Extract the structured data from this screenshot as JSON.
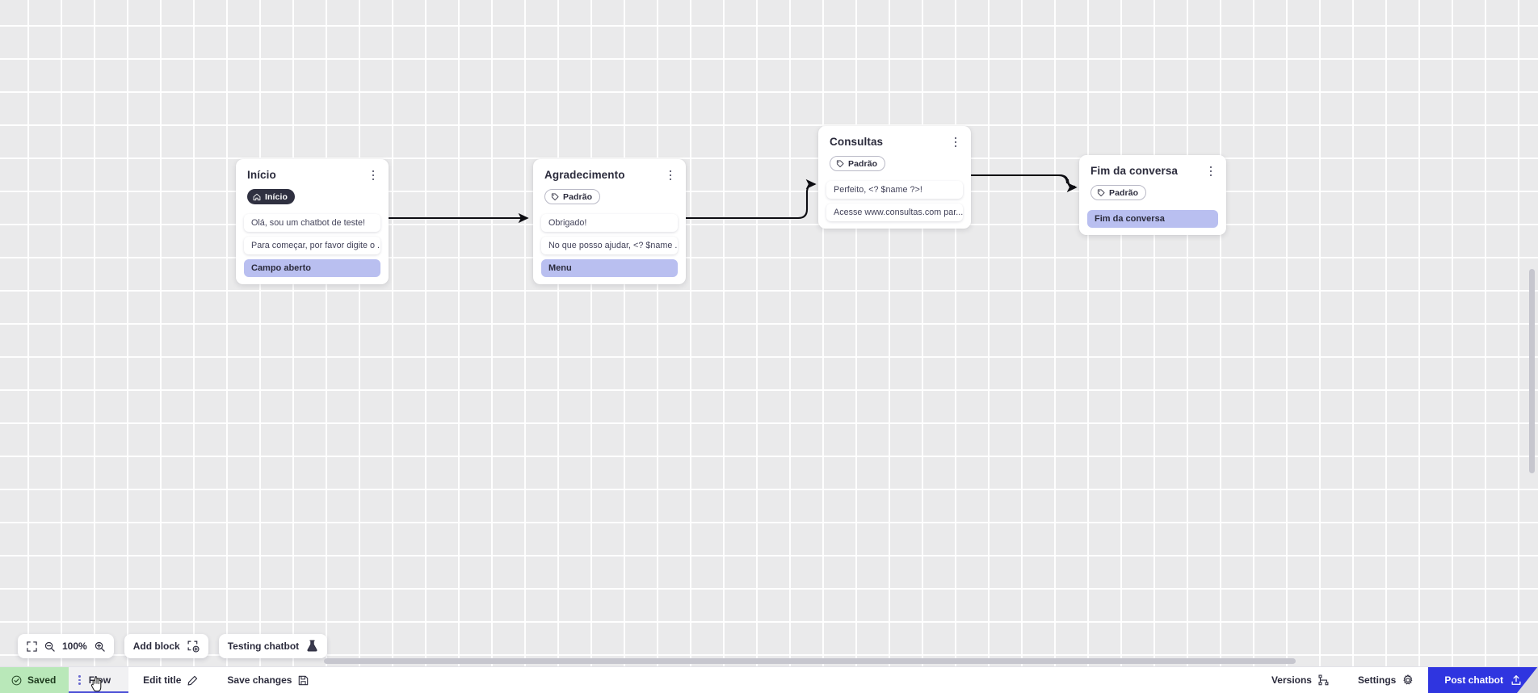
{
  "canvas": {
    "zoom_level": "100%",
    "grid": "dotted-grid"
  },
  "nodes": [
    {
      "id": "inicio",
      "title": "Início",
      "badge": {
        "label": "Início",
        "style": "dark",
        "icon": "home-icon"
      },
      "items": [
        {
          "type": "message",
          "text": "Olá, sou um chatbot de teste!"
        },
        {
          "type": "message",
          "text": "Para começar, por favor digite o ..."
        },
        {
          "type": "action",
          "text": "Campo aberto"
        }
      ]
    },
    {
      "id": "agradecimento",
      "title": "Agradecimento",
      "badge": {
        "label": "Padrão",
        "style": "outline",
        "icon": "tag-icon"
      },
      "items": [
        {
          "type": "message",
          "text": "Obrigado!"
        },
        {
          "type": "message",
          "text": "No que posso ajudar, <? $name ..."
        },
        {
          "type": "action",
          "text": "Menu"
        }
      ]
    },
    {
      "id": "consultas",
      "title": "Consultas",
      "badge": {
        "label": "Padrão",
        "style": "outline",
        "icon": "tag-icon"
      },
      "items": [
        {
          "type": "message",
          "text": "Perfeito, <? $name ?>!"
        },
        {
          "type": "message",
          "text": "Acesse www.consultas.com par..."
        }
      ]
    },
    {
      "id": "fim",
      "title": "Fim da conversa",
      "badge": {
        "label": "Padrão",
        "style": "outline",
        "icon": "tag-icon"
      },
      "items": [
        {
          "type": "action",
          "text": "Fim da conversa"
        }
      ]
    }
  ],
  "toolbar": {
    "fit_icon": "fit-screen-icon",
    "zoom_out_icon": "zoom-out-icon",
    "zoom_level": "100%",
    "zoom_in_icon": "zoom-in-icon",
    "add_block_label": "Add block",
    "add_block_icon": "add-block-icon",
    "testing_label": "Testing chatbot",
    "testing_icon": "flask-icon"
  },
  "statusbar": {
    "saved_label": "Saved",
    "saved_icon": "check-circle-icon",
    "flow_tab_label": "Flow",
    "flow_tab_handle_icon": "drag-handle-icon",
    "edit_title_label": "Edit title",
    "edit_title_icon": "pencil-icon",
    "save_changes_label": "Save changes",
    "save_changes_icon": "floppy-disk-icon",
    "versions_label": "Versions",
    "versions_icon": "branch-icon",
    "settings_label": "Settings",
    "settings_icon": "gear-icon",
    "post_label": "Post chatbot",
    "post_icon": "upload-icon"
  },
  "colors": {
    "accent_blue": "#2f35e0",
    "action_chip": "#b9bff0",
    "saved_green": "#b9e8b9",
    "badge_dark": "#2f3040",
    "canvas_bg": "#eaeaeb"
  }
}
